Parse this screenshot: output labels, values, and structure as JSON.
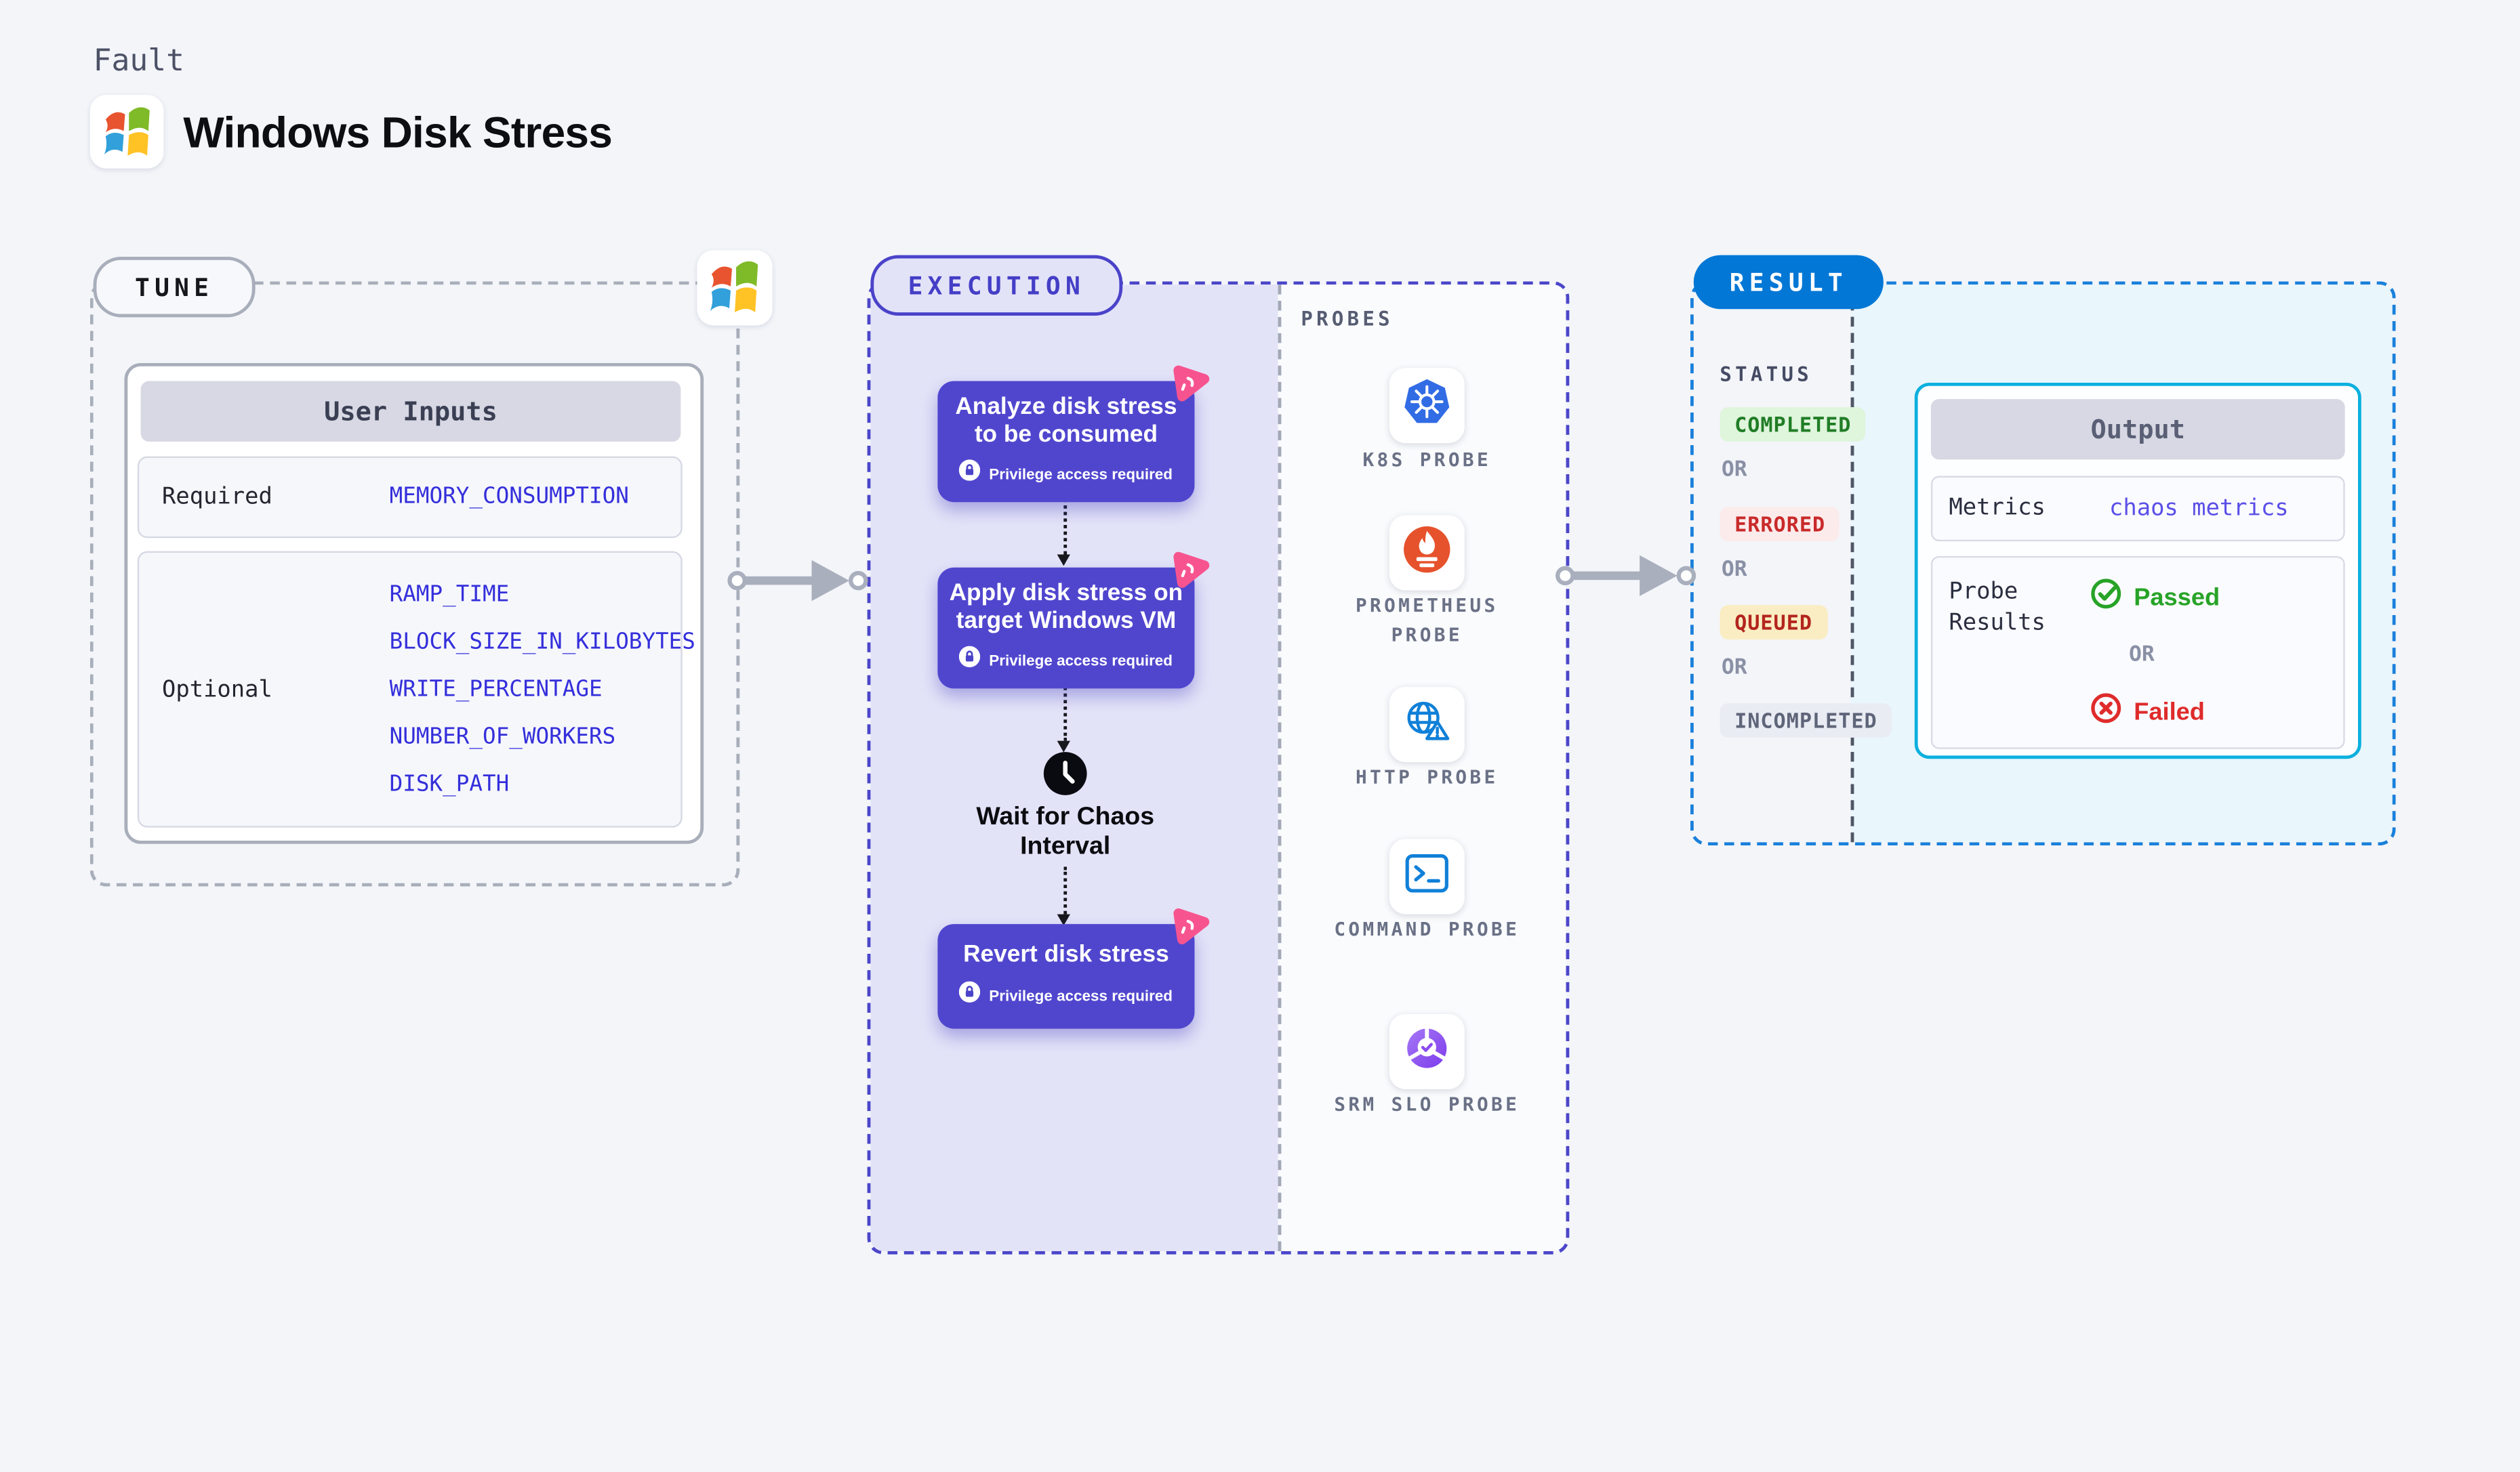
{
  "header": {
    "eyebrow": "Fault",
    "title": "Windows Disk Stress",
    "logo": "windows-logo"
  },
  "tune": {
    "badge": "TUNE",
    "table": {
      "header": "User Inputs",
      "required_label": "Required",
      "required_values": [
        "MEMORY_CONSUMPTION"
      ],
      "optional_label": "Optional",
      "optional_values": [
        "RAMP_TIME",
        "BLOCK_SIZE_IN_KILOBYTES",
        "WRITE_PERCENTAGE",
        "NUMBER_OF_WORKERS",
        "DISK_PATH"
      ]
    }
  },
  "execution": {
    "badge": "EXECUTION",
    "nodes": [
      {
        "title": "Analyze disk stress to be consumed",
        "badge": "Privilege access required"
      },
      {
        "title": "Apply disk stress on target Windows VM",
        "badge": "Privilege access required"
      },
      {
        "title": "Revert disk stress",
        "badge": "Privilege access required"
      }
    ],
    "wait_label": "Wait for Chaos Interval",
    "probes_title": "PROBES",
    "probes": [
      {
        "label": "K8S PROBE",
        "icon": "kubernetes-icon"
      },
      {
        "label": "PROMETHEUS PROBE",
        "icon": "prometheus-icon"
      },
      {
        "label": "HTTP PROBE",
        "icon": "globe-alert-icon"
      },
      {
        "label": "COMMAND PROBE",
        "icon": "terminal-icon"
      },
      {
        "label": "SRM SLO PROBE",
        "icon": "slo-donut-icon"
      }
    ]
  },
  "result": {
    "badge": "RESULT",
    "status_title": "STATUS",
    "or_label": "OR",
    "statuses": [
      {
        "label": "COMPLETED",
        "bg": "#DFF5DC",
        "fg": "#217D26"
      },
      {
        "label": "ERRORED",
        "bg": "#FCEBEB",
        "fg": "#C92A2A"
      },
      {
        "label": "QUEUED",
        "bg": "#FAEDC3",
        "fg": "#B3251E"
      },
      {
        "label": "INCOMPLETED",
        "bg": "#EAECF4",
        "fg": "#5F6579"
      }
    ],
    "output": {
      "header": "Output",
      "metrics_label": "Metrics",
      "metrics_value": "chaos metrics",
      "probe_results_label": "Probe Results",
      "passed": "Passed",
      "failed": "Failed"
    }
  },
  "colors": {
    "page_bg": "#F3F5F9",
    "node_indigo": "#5046CE",
    "execution_lavender": "#E3E3F8",
    "execution_border": "#4B46C9",
    "tune_border_gray": "#A8AEBA",
    "result_border_blue": "#1A80DB",
    "result_badge_blue": "#0277D5",
    "result_cyan_bg": "#E9F6FC",
    "output_border_cyan": "#0CB0DE",
    "param_blue": "#342FDB",
    "metrics_value_violet": "#5A4FE8",
    "passed_green": "#27A327",
    "failed_red": "#DF2B2B",
    "chaos_pink": "#F7548F",
    "arrow_gray": "#A9AFBD",
    "windows_red": "#E8542F",
    "windows_green": "#7FBA28",
    "windows_blue": "#32A0DA",
    "windows_yellow": "#FFC326"
  }
}
